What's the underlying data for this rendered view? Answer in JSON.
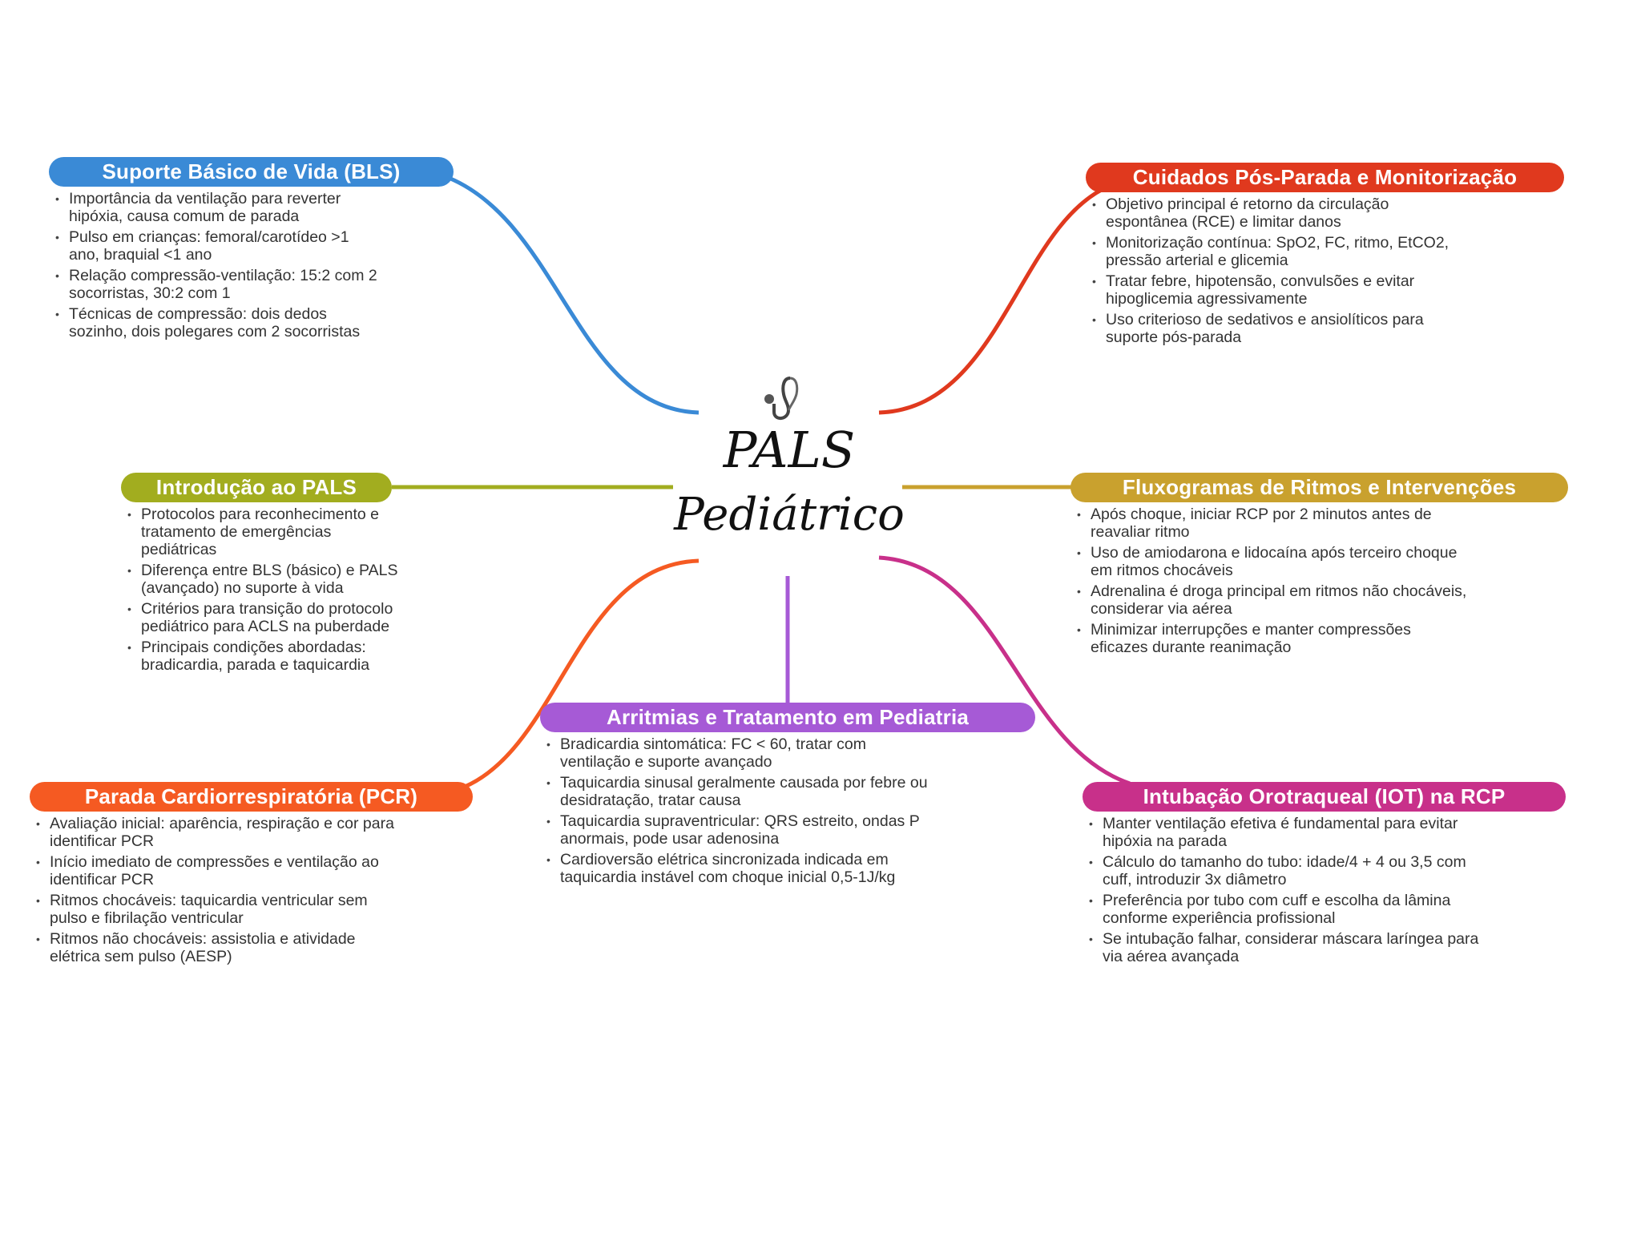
{
  "center": {
    "title_line1": "PALS",
    "title_line2": "Pediátrico",
    "icon": "stethoscope-icon"
  },
  "colors": {
    "bls": "#3a8ad6",
    "pos_parada": "#e0391e",
    "introducao": "#a2ad1f",
    "fluxogramas": "#c9a12e",
    "arritmias": "#a65ad6",
    "pcr": "#f55a22",
    "iot": "#c8308a"
  },
  "branches": {
    "bls": {
      "title": "Suporte Básico de Vida (BLS)",
      "items": [
        "Importância da ventilação para reverter hipóxia, causa comum de parada",
        "Pulso em crianças: femoral/carotídeo >1 ano, braquial <1 ano",
        "Relação compressão-ventilação: 15:2 com 2 socorristas, 30:2 com 1",
        "Técnicas de compressão: dois dedos sozinho, dois polegares com 2 socorristas"
      ]
    },
    "pos_parada": {
      "title": "Cuidados Pós-Parada e Monitorização",
      "items": [
        "Objetivo principal é retorno da circulação espontânea (RCE) e limitar danos",
        "Monitorização contínua: SpO2, FC, ritmo, EtCO2, pressão arterial e glicemia",
        "Tratar febre, hipotensão, convulsões e evitar hipoglicemia agressivamente",
        "Uso criterioso de sedativos e ansiolíticos para suporte pós-parada"
      ]
    },
    "introducao": {
      "title": "Introdução ao PALS",
      "items": [
        "Protocolos para reconhecimento e tratamento de emergências pediátricas",
        "Diferença entre BLS (básico) e PALS (avançado) no suporte à vida",
        "Critérios para transição do protocolo pediátrico para ACLS na puberdade",
        "Principais condições abordadas: bradicardia, parada e taquicardia"
      ]
    },
    "fluxogramas": {
      "title": "Fluxogramas de Ritmos e Intervenções",
      "items": [
        "Após choque, iniciar RCP por 2 minutos antes de reavaliar ritmo",
        "Uso de amiodarona e lidocaína após terceiro choque em ritmos chocáveis",
        "Adrenalina é droga principal em ritmos não chocáveis, considerar via aérea",
        "Minimizar interrupções e manter compressões eficazes durante reanimação"
      ]
    },
    "arritmias": {
      "title": "Arritmias e Tratamento em Pediatria",
      "items": [
        "Bradicardia sintomática: FC < 60, tratar com ventilação e suporte avançado",
        "Taquicardia sinusal geralmente causada por febre ou desidratação, tratar causa",
        "Taquicardia supraventricular: QRS estreito, ondas P anormais, pode usar adenosina",
        "Cardioversão elétrica sincronizada indicada em taquicardia instável com choque inicial 0,5-1J/kg"
      ]
    },
    "pcr": {
      "title": "Parada Cardiorrespiratória (PCR)",
      "items": [
        "Avaliação inicial: aparência, respiração e cor para identificar PCR",
        "Início imediato de compressões e ventilação ao identificar PCR",
        "Ritmos chocáveis: taquicardia ventricular sem pulso e fibrilação ventricular",
        "Ritmos não chocáveis: assistolia e atividade elétrica sem pulso (AESP)"
      ]
    },
    "iot": {
      "title": "Intubação Orotraqueal (IOT) na RCP",
      "items": [
        "Manter ventilação efetiva é fundamental para evitar hipóxia na parada",
        "Cálculo do tamanho do tubo: idade/4 + 4 ou 3,5 com cuff, introduzir 3x diâmetro",
        "Preferência por tubo com cuff e escolha da lâmina conforme experiência profissional",
        "Se intubação falhar, considerar máscara laríngea para via aérea avançada"
      ]
    }
  }
}
